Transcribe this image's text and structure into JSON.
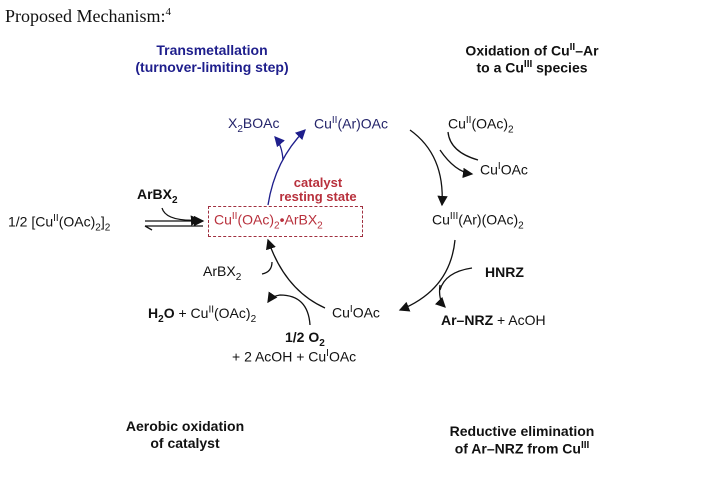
{
  "title": [
    {
      "t": "Proposed Mechanism:"
    },
    {
      "t": "4",
      "s": "sup"
    }
  ],
  "headings": {
    "transmetallation": [
      [
        {
          "t": "Transmetallation"
        }
      ],
      [
        {
          "t": "(turnover-limiting step)"
        }
      ]
    ],
    "oxidation": [
      [
        {
          "t": "Oxidation of Cu"
        },
        {
          "t": "II",
          "s": "sup"
        },
        {
          "t": "–Ar"
        }
      ],
      [
        {
          "t": "to a Cu"
        },
        {
          "t": "III",
          "s": "sup"
        },
        {
          "t": " species"
        }
      ]
    ],
    "aerobic": [
      [
        {
          "t": "Aerobic oxidation"
        }
      ],
      [
        {
          "t": "of catalyst"
        }
      ]
    ],
    "reductive": [
      [
        {
          "t": "Reductive elimination"
        }
      ],
      [
        {
          "t": "of Ar–NRZ from Cu"
        },
        {
          "t": "III",
          "s": "sup"
        }
      ]
    ]
  },
  "species": {
    "x2boac": [
      {
        "t": "X"
      },
      {
        "t": "2",
        "s": "sub"
      },
      {
        "t": "BOAc"
      }
    ],
    "cu_ar_oac": [
      {
        "t": "Cu"
      },
      {
        "t": "II",
        "s": "sup"
      },
      {
        "t": "(Ar)OAc"
      }
    ],
    "cu_oac2_top": [
      {
        "t": "Cu"
      },
      {
        "t": "II",
        "s": "sup"
      },
      {
        "t": "(OAc)"
      },
      {
        "t": "2",
        "s": "sub"
      }
    ],
    "cui_oac_right": [
      {
        "t": "Cu"
      },
      {
        "t": "I",
        "s": "sup"
      },
      {
        "t": "OAc"
      }
    ],
    "cuiii": [
      {
        "t": "Cu"
      },
      {
        "t": "III",
        "s": "sup"
      },
      {
        "t": "(Ar)(OAc)"
      },
      {
        "t": "2",
        "s": "sub"
      }
    ],
    "resting_label": [
      [
        {
          "t": "catalyst"
        }
      ],
      [
        {
          "t": "resting state"
        }
      ]
    ],
    "resting": [
      {
        "t": "Cu"
      },
      {
        "t": "II",
        "s": "sup"
      },
      {
        "t": "(OAc)"
      },
      {
        "t": "2",
        "s": "sub"
      },
      {
        "t": "•ArBX"
      },
      {
        "t": "2",
        "s": "sub"
      }
    ],
    "arbx2_bold": [
      {
        "t": "ArBX"
      },
      {
        "t": "2",
        "s": "sub"
      }
    ],
    "dimer": [
      {
        "t": "1/2 [Cu"
      },
      {
        "t": "II",
        "s": "sup"
      },
      {
        "t": "(OAc)"
      },
      {
        "t": "2",
        "s": "sub"
      },
      {
        "t": "]"
      },
      {
        "t": "2",
        "s": "sub"
      }
    ],
    "arbx2": [
      {
        "t": "ArBX"
      },
      {
        "t": "2",
        "s": "sub"
      }
    ],
    "hnrz": [
      {
        "t": "HNRZ"
      }
    ],
    "h2o": [
      {
        "t": "H"
      },
      {
        "t": "2",
        "s": "sub"
      },
      {
        "t": "O"
      }
    ],
    "h2o_rest": [
      {
        "t": " + Cu"
      },
      {
        "t": "II",
        "s": "sup"
      },
      {
        "t": "(OAc)"
      },
      {
        "t": "2",
        "s": "sub"
      }
    ],
    "cui_oac_bottom": [
      {
        "t": "Cu"
      },
      {
        "t": "I",
        "s": "sup"
      },
      {
        "t": "OAc"
      }
    ],
    "arnrz": [
      {
        "t": "Ar–NRZ"
      }
    ],
    "arnrz_rest": [
      {
        "t": " + AcOH"
      }
    ],
    "o2": [
      {
        "t": "1/2 O"
      },
      {
        "t": "2",
        "s": "sub"
      }
    ],
    "acoh": [
      {
        "t": "+ 2 AcOH + Cu"
      },
      {
        "t": "I",
        "s": "sup"
      },
      {
        "t": "OAc"
      }
    ]
  }
}
